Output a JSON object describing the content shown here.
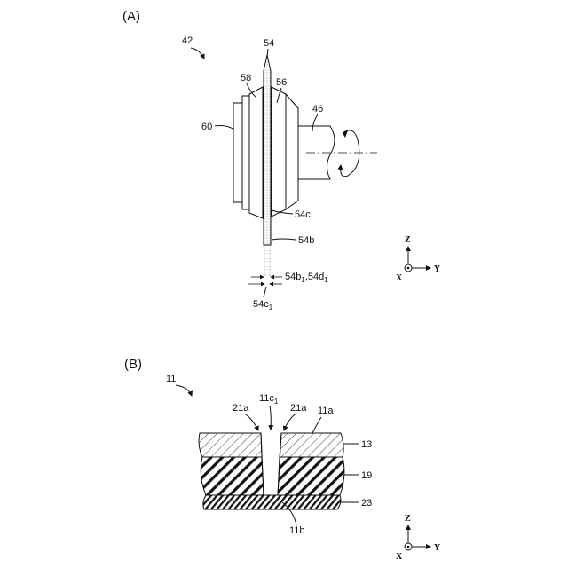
{
  "panel_a": {
    "label": "(A)",
    "refs": {
      "r42": "42",
      "r54": "54",
      "r58": "58",
      "r56": "56",
      "r60": "60",
      "r46": "46",
      "r54c": "54c",
      "r54b": "54b",
      "r54b1_main": "54b",
      "r54b1_sub": "1",
      "r54d1_main": ",54d",
      "r54d1_sub": "1",
      "r54c1_main": "54c",
      "r54c1_sub": "1"
    },
    "axes": {
      "z": "Z",
      "x": "X",
      "y": "Y"
    }
  },
  "panel_b": {
    "label": "(B)",
    "refs": {
      "r11": "11",
      "r21a_left": "21a",
      "r11c1_main": "11c",
      "r11c1_sub": "1",
      "r21a_right": "21a",
      "r11a": "11a",
      "r13": "13",
      "r19": "19",
      "r23": "23",
      "r11b": "11b"
    },
    "axes": {
      "z": "Z",
      "x": "X",
      "y": "Y"
    }
  }
}
